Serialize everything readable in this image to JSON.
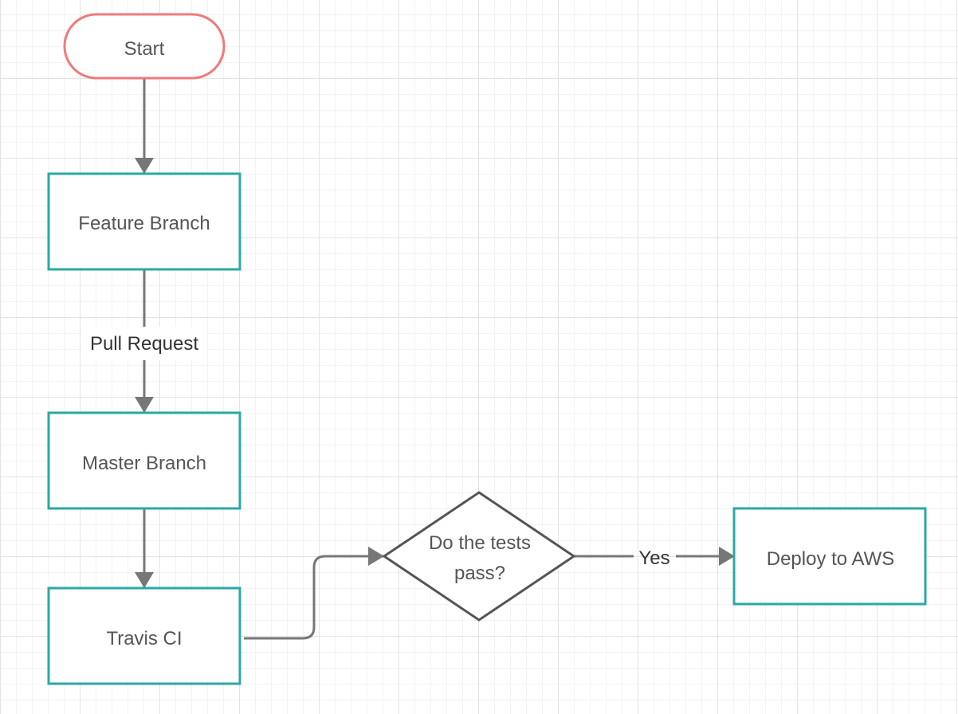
{
  "colors": {
    "start_stroke": "#f07a7a",
    "process_stroke": "#2aa9a5",
    "decision_stroke": "#555555",
    "edge_stroke": "#777777",
    "text": "#555555"
  },
  "nodes": {
    "start": {
      "label": "Start"
    },
    "feature_branch": {
      "label": "Feature Branch"
    },
    "master_branch": {
      "label": "Master Branch"
    },
    "travis_ci": {
      "label": "Travis CI"
    },
    "decision": {
      "label_line1": "Do the tests",
      "label_line2": "pass?"
    },
    "deploy": {
      "label": "Deploy to AWS"
    }
  },
  "edges": {
    "pull_request": {
      "label": "Pull Request"
    },
    "yes": {
      "label": "Yes"
    }
  }
}
